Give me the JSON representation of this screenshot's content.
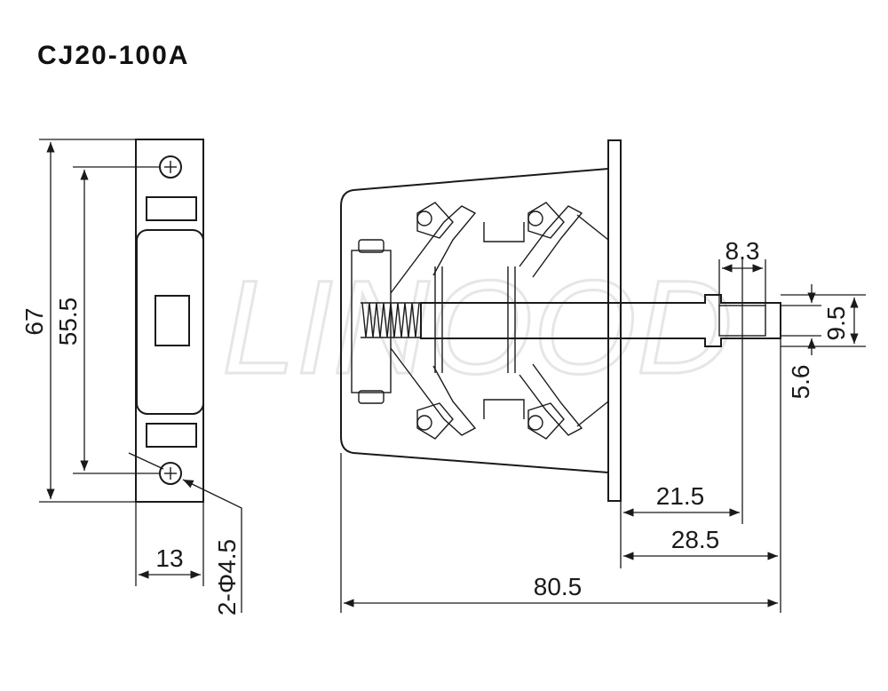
{
  "title": "CJ20-100A",
  "watermark": "LINOOD",
  "dimensions": {
    "front_height_total": "67",
    "front_hole_spacing": "55.5",
    "front_width": "13",
    "front_holes": "2-Φ4.5",
    "side_total_length": "80.5",
    "side_shaft_extension": "28.5",
    "side_shaft_to_slot": "21.5",
    "slot_length": "8.3",
    "shaft_diameter": "9.5",
    "slot_width": "5.6"
  },
  "colors": {
    "line": "#1a1a1a",
    "watermark": "#e6e6e6"
  }
}
